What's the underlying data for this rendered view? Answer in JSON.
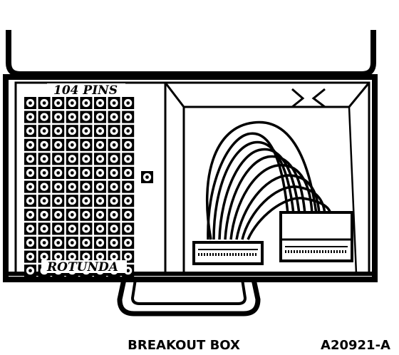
{
  "labels": {
    "pins": "104 PINS",
    "brand": "ROTUNDA",
    "caption": "BREAKOUT BOX",
    "figure_id": "A20921-A"
  },
  "pin_grid": {
    "rows": 13,
    "cols": 8
  },
  "colors": {
    "ink": "#000000",
    "paper": "#ffffff"
  }
}
